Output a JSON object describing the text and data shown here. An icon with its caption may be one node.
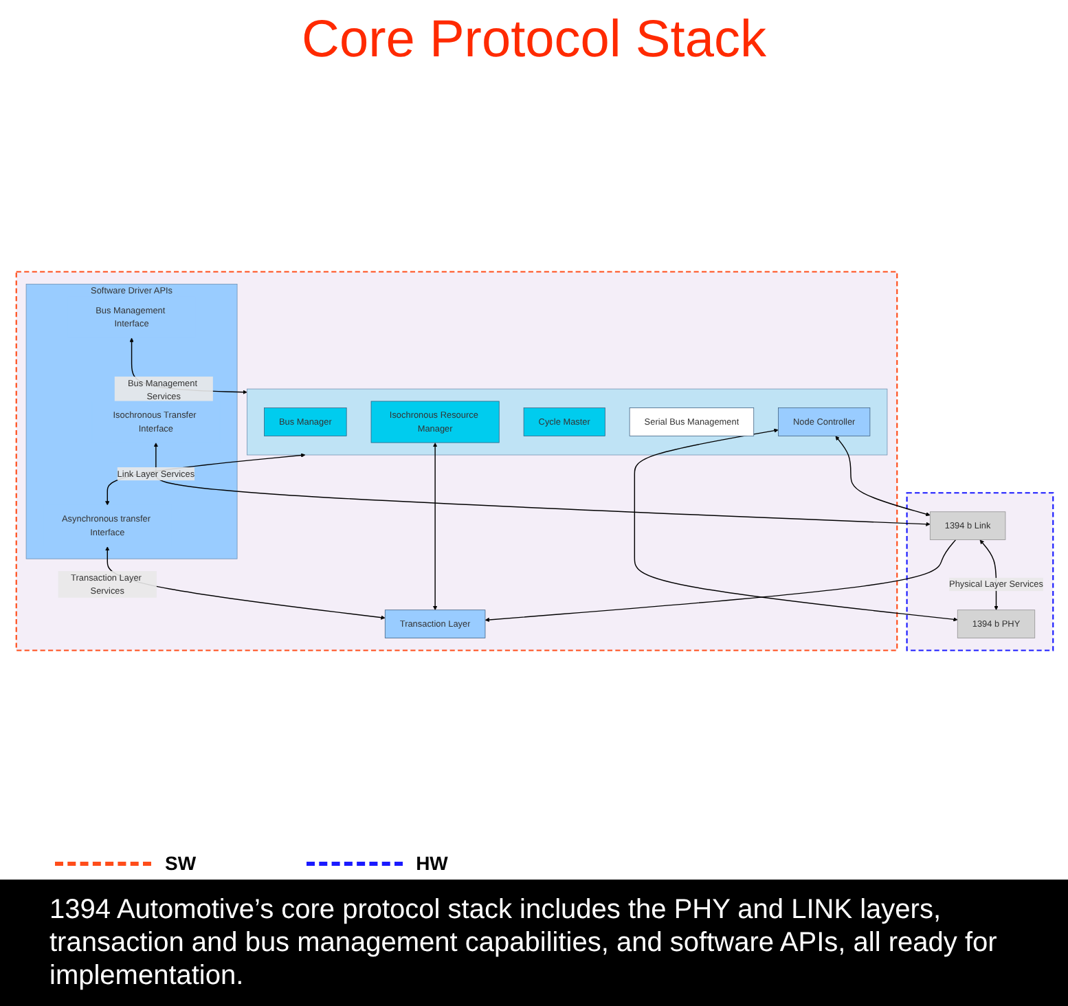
{
  "diagram": {
    "title": "Core Protocol Stack",
    "nodes": [
      {
        "text": [],
        "shape": "box"
      },
      {
        "text": [
          "Software Driver APIs"
        ],
        "in": 0
      },
      {
        "text": [
          "Bus Management Interface"
        ],
        "in": 1
      },
      {
        "text": [
          "Asynchronous transfer Interface"
        ],
        "in": 1
      },
      {
        "text": [
          "Isochronous Transfer Interface"
        ],
        "in": 1
      },
      {
        "text": [],
        "shape": "box",
        "in": 0
      },
      {
        "text": [
          "Bus Manager"
        ],
        "in": 5
      },
      {
        "text": [
          "Isochronous Resource Manager"
        ],
        "in": 5
      },
      {
        "text": [
          "Cycle Master"
        ],
        "in": 5
      },
      {
        "text": [
          "Serial Bus Management"
        ],
        "in": 5
      },
      {
        "text": [
          "Node Controller"
        ],
        "in": 5
      },
      {
        "text": [
          "Transaction Layer"
        ],
        "in": 0
      },
      {
        "text": [],
        "shape": "box"
      },
      {
        "text": [
          "1394 b Link"
        ],
        "in": 12
      },
      {
        "text": [
          "1394 b PHY"
        ],
        "in": 12
      }
    ],
    "edges": [
      {
        "from": 2,
        "to": 5,
        "arrow": "both",
        "label": "Bus Management Services"
      },
      {
        "from": 5,
        "to": 3,
        "arrow": "both"
      },
      {
        "from": 3,
        "to": 11,
        "arrow": "both",
        "label": "Transaction Layer Services"
      },
      {
        "from": 7,
        "to": 11,
        "arrow": "both"
      },
      {
        "from": 4,
        "to": 13,
        "arrow": "both",
        "label": "Link Layer Services"
      },
      {
        "from": 13,
        "to": 11,
        "arrow": "to"
      },
      {
        "from": 10,
        "to": 13,
        "arrow": "both"
      },
      {
        "from": 10,
        "to": 14,
        "arrow": "both"
      },
      {
        "from": 13,
        "to": 14,
        "arrow": "both",
        "label": "Physical Layer Services"
      }
    ],
    "legend": [
      {
        "text": "SW"
      },
      {
        "text": "HW"
      }
    ],
    "caption": "1394 Automotive’s core protocol stack includes the PHY and LINK layers, transaction and bus management capabilities, and software APIs, all ready for implementation."
  }
}
